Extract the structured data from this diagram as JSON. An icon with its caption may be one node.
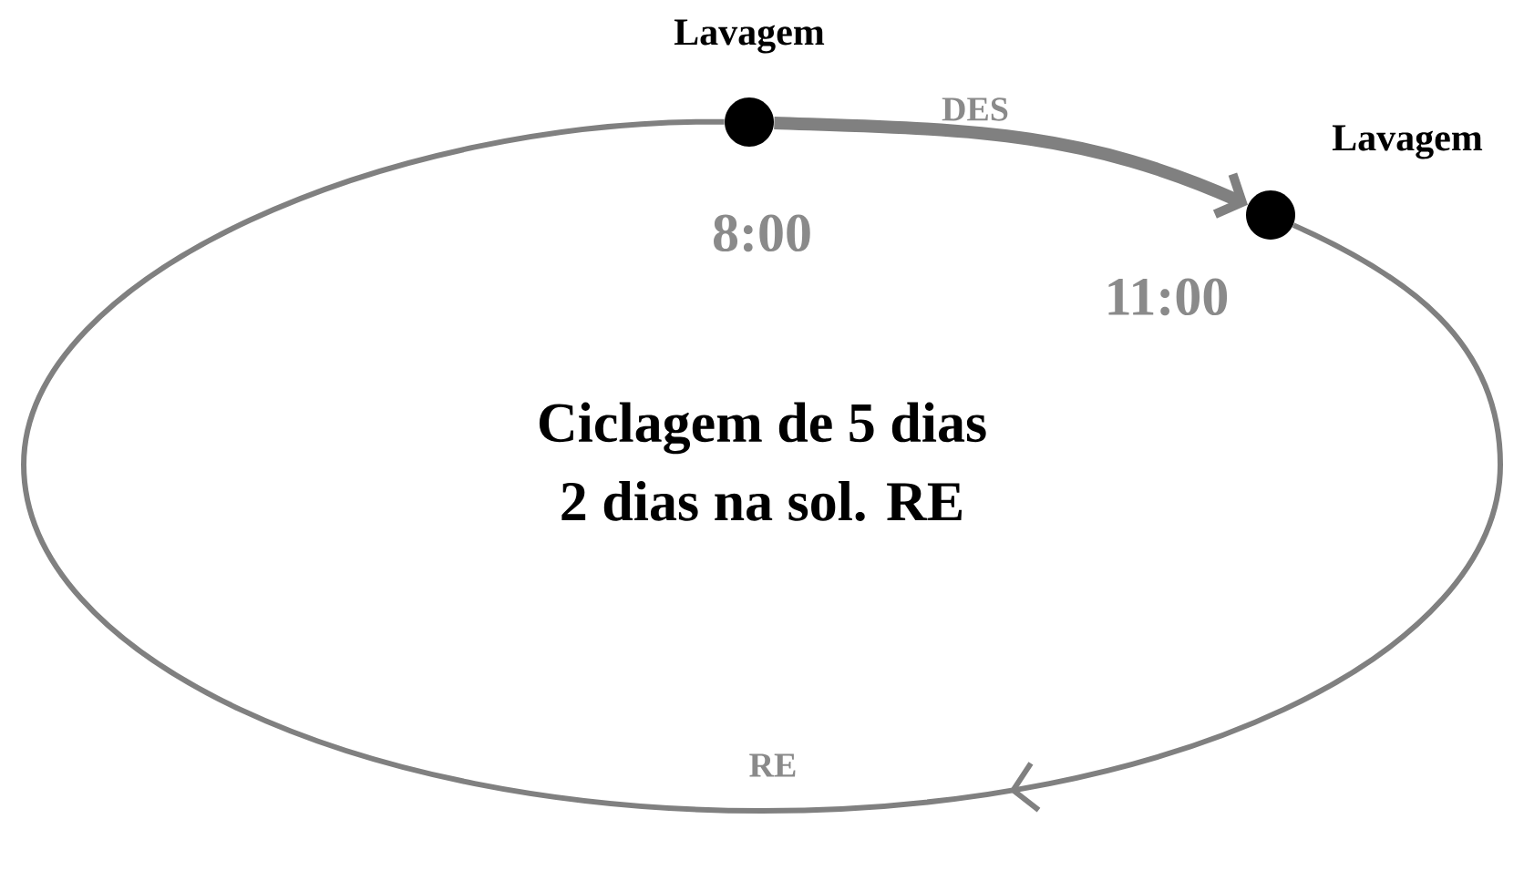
{
  "diagram": {
    "nodes": [
      {
        "text": [
          "Lavagem"
        ],
        "beside": [
          "8:00"
        ]
      },
      {
        "text": [
          "Lavagem"
        ],
        "beside": [
          "11:00"
        ]
      }
    ],
    "edges": [
      {
        "from": 0,
        "to": 1,
        "arrow": "to",
        "label": "DES",
        "style": "thick"
      },
      {
        "from": 1,
        "to": 0,
        "arrow": "to",
        "label": "RE"
      }
    ],
    "labels": [
      "Ciclagem de 5 dias",
      "2 dias na sol. RE"
    ]
  }
}
